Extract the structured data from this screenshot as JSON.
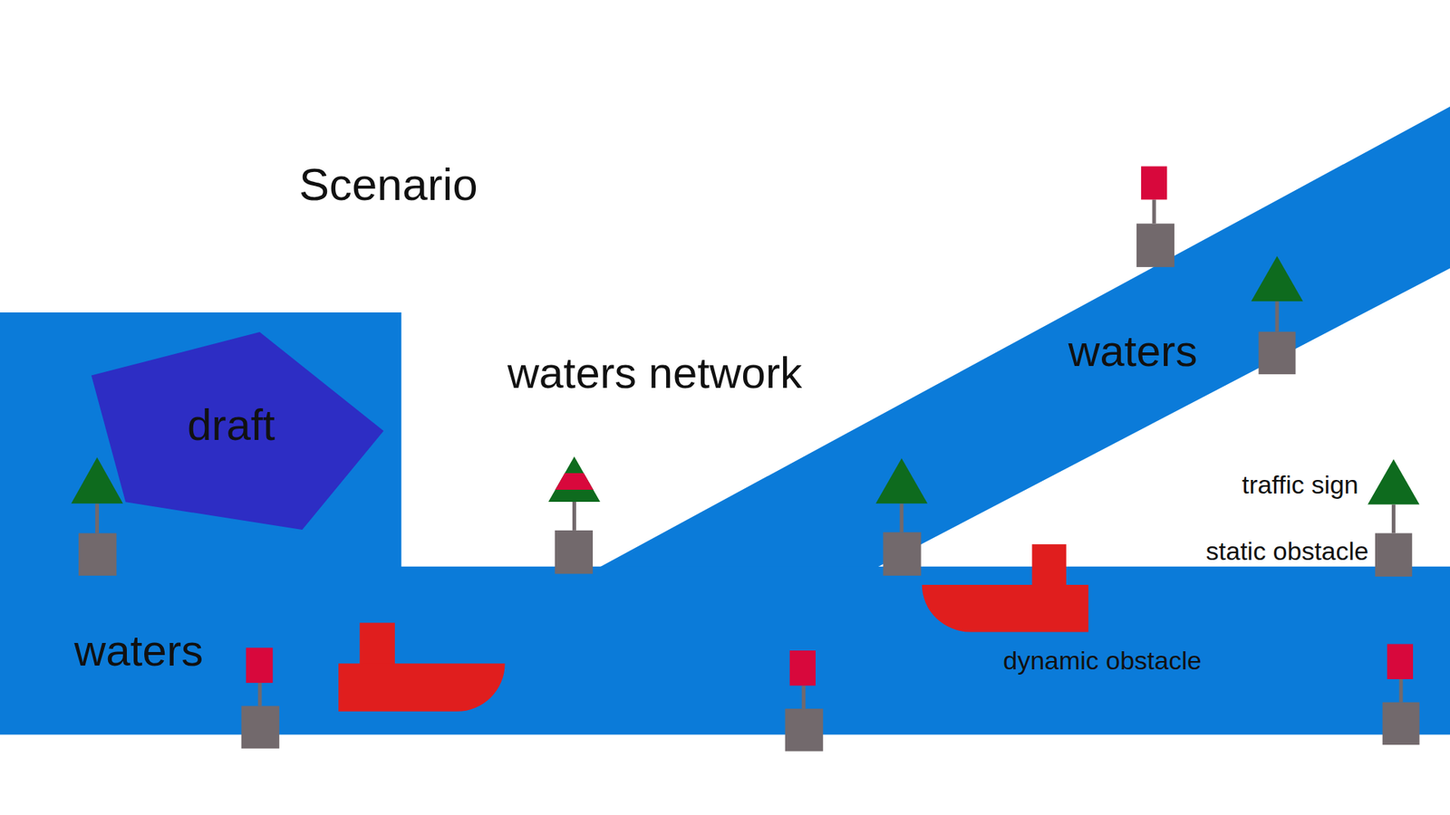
{
  "diagram": {
    "title": "Scenario",
    "nodes": [
      {
        "text": [
          "waters"
        ]
      },
      {
        "text": [
          "waters"
        ]
      },
      {
        "text": [
          "draft"
        ],
        "in": 1
      }
    ],
    "labels": [
      "waters network",
      "traffic sign",
      "static obstacle",
      "dynamic obstacle"
    ]
  }
}
